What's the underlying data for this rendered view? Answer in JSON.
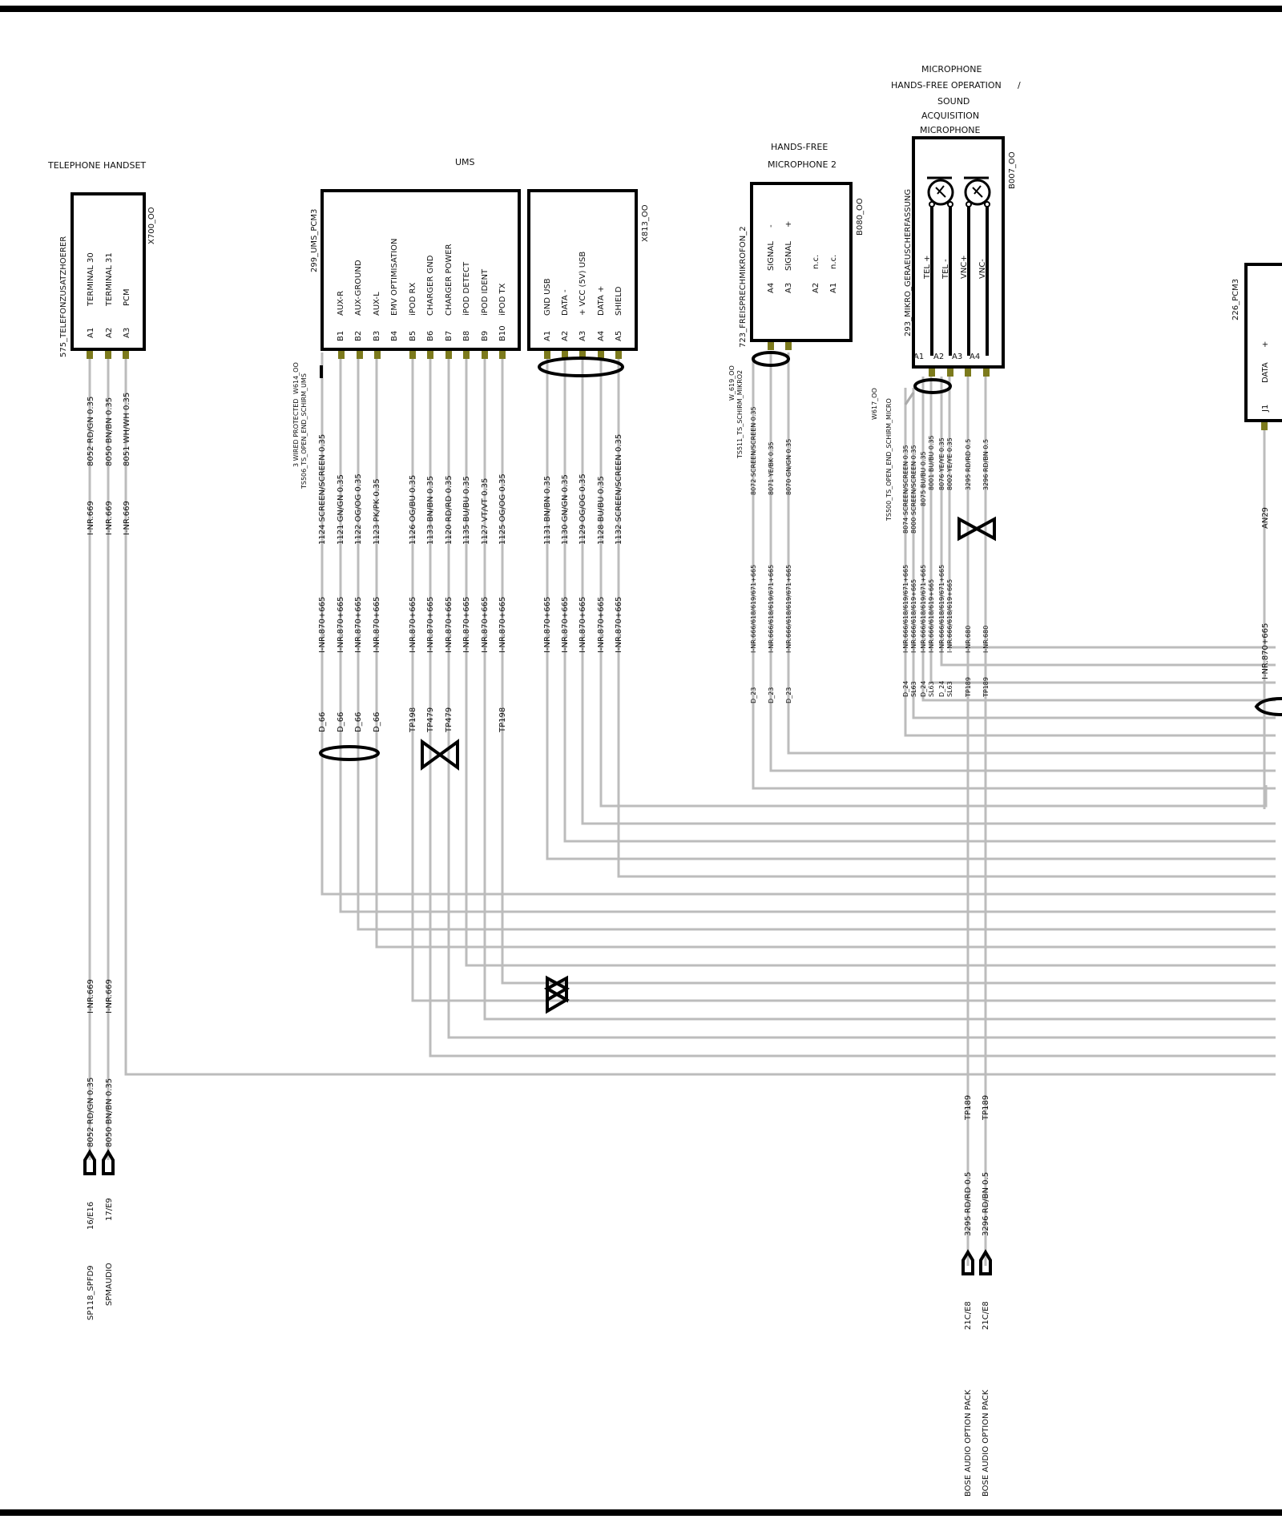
{
  "components": {
    "handset": {
      "title": "TELEPHONE HANDSET",
      "id": "X700_OO",
      "name": "575_TELEFONZUSATZHOERER",
      "pins": [
        {
          "pin": "A1",
          "signal": "TERMINAL 30"
        },
        {
          "pin": "A2",
          "signal": "TERMINAL 31"
        },
        {
          "pin": "A3",
          "signal": "PCM"
        }
      ]
    },
    "ums": {
      "title": "UMS",
      "name": "299_UMS_PCM3",
      "pins": [
        {
          "pin": "B1",
          "signal": "AUX-R"
        },
        {
          "pin": "B2",
          "signal": "AUX-GROUND"
        },
        {
          "pin": "B3",
          "signal": "AUX-L"
        },
        {
          "pin": "B4",
          "signal": "EMV OPTIMISATION"
        },
        {
          "pin": "B5",
          "signal": "iPOD RX"
        },
        {
          "pin": "B6",
          "signal": "CHARGER GND"
        },
        {
          "pin": "B7",
          "signal": "CHARGER POWER"
        },
        {
          "pin": "B8",
          "signal": "iPOD DETECT"
        },
        {
          "pin": "B9",
          "signal": "iPOD IDENT"
        },
        {
          "pin": "B10",
          "signal": "iPOD TX"
        }
      ]
    },
    "usb": {
      "id": "X813_OO",
      "pins": [
        {
          "pin": "A1",
          "signal": "GND USB"
        },
        {
          "pin": "A2",
          "signal": "DATA -"
        },
        {
          "pin": "A3",
          "signal": "+ VCC (5V) USB"
        },
        {
          "pin": "A4",
          "signal": "DATA +"
        },
        {
          "pin": "A5",
          "signal": "SHIELD"
        }
      ]
    },
    "mic2": {
      "title_line1": "HANDS-FREE",
      "title_line2": "MICROPHONE 2",
      "id": "B080_OO",
      "name": "723_FREISPRECHMIKROFON_2",
      "pins": [
        {
          "pin": "A4",
          "signal": "SIGNAL",
          "pol": "-"
        },
        {
          "pin": "A3",
          "signal": "SIGNAL",
          "pol": "+"
        },
        {
          "pin": "A2",
          "signal": "n.c.",
          "pol": "n.c."
        },
        {
          "pin": "A1",
          "signal": "",
          "pol": ""
        }
      ]
    },
    "micro": {
      "title_line1": "MICROPHONE",
      "title_line2": "HANDS-FREE OPERATION",
      "title_sep": "/",
      "title_line3": "SOUND",
      "title_line4": "ACQUISITION",
      "title_line5": "MICROPHONE",
      "id": "B007_OO",
      "name": "293_MIKRO_GERAEUSCHERFASSUNG",
      "pins": [
        {
          "pin": "A1",
          "signal": "TEL +"
        },
        {
          "pin": "A2",
          "signal": "TEL -"
        },
        {
          "pin": "A3",
          "signal": "VNC+"
        },
        {
          "pin": "A4",
          "signal": "VNC-"
        }
      ]
    },
    "pcm3": {
      "name": "226_PCM3",
      "pin": "J1",
      "signal": "DATA",
      "pol": "+"
    }
  },
  "wires": {
    "handset": [
      {
        "label": "8052 RD/GN 0.35",
        "route": "I-NR.669"
      },
      {
        "label": "8050 BN/BN 0.35",
        "route": "I-NR.669"
      },
      {
        "label": "8051 WH/WH 0.35",
        "route": "I-NR.669"
      }
    ],
    "handset_lower": [
      {
        "route": "I-NR.669",
        "label": "8052 RD/GN 0.35",
        "conn": "16/E16",
        "dest": "SP118_SPFD9"
      },
      {
        "route": "I-NR.669",
        "label": "8050 BN/BN 0.35",
        "conn": "17/E9",
        "dest": "SPMAUDIO"
      }
    ],
    "ums_shield": {
      "line1": "3 WIRED PROTECTED",
      "id": "W614_OO",
      "name": "TS506_TS_OPEN_END_SCHIRM_UMS"
    },
    "ums": [
      {
        "label": "1124 SCREEN/SCREEN 0.35",
        "route": "I-NR.870+665",
        "conn": "D_66"
      },
      {
        "label": "1121 GN/GN 0.35",
        "route": "I-NR.870+665",
        "conn": "D_66"
      },
      {
        "label": "1122 OG/OG 0.35",
        "route": "I-NR.870+665",
        "conn": "D_66"
      },
      {
        "label": "1123 PK/PK 0.35",
        "route": "I-NR.870+665",
        "conn": "D_66"
      },
      {
        "label": "1126 OG/BU 0.35",
        "route": "I-NR.870+665",
        "conn": "TP198"
      },
      {
        "label": "1133 BN/BN 0.35",
        "route": "I-NR.870+665",
        "conn": "TP479"
      },
      {
        "label": "1120 RD/RD 0.35",
        "route": "I-NR.870+665",
        "conn": "TP479"
      },
      {
        "label": "1135 BU/BU 0.35",
        "route": "I-NR.870+665",
        "conn": ""
      },
      {
        "label": "1127 VT/VT 0.35",
        "route": "I-NR.870+665",
        "conn": ""
      },
      {
        "label": "1125 OG/OG 0.35",
        "route": "I-NR.870+665",
        "conn": "TP198"
      }
    ],
    "usb": [
      {
        "label": "1131 BN/BN 0.35",
        "route": "I-NR.870+665"
      },
      {
        "label": "1130 GN/GN 0.35",
        "route": "I-NR.870+665"
      },
      {
        "label": "1129 OG/OG 0.35",
        "route": "I-NR.870+665"
      },
      {
        "label": "1128 BU/BU 0.35",
        "route": "I-NR.870+665"
      },
      {
        "label": "1132 SCREEN/SCREEN 0.35",
        "route": "I-NR.870+665"
      }
    ],
    "mic2_shield": {
      "id": "W_619_OO",
      "name": "TS511_TS_SCHIRM_MIKRO2"
    },
    "mic2": [
      {
        "label": "8072 SCREEN/SCREEN 0.35",
        "route": "I-NR.666/618/619/671+665",
        "conn": "D_23"
      },
      {
        "label": "8071 YE/BK 0.35",
        "route": "I-NR.666/618/619/671+665",
        "conn": "D_23"
      },
      {
        "label": "8070 GN/GN 0.35",
        "route": "I-NR.666/618/619/671+665",
        "conn": "D_23"
      }
    ],
    "micro_shield": {
      "id": "W617_OO",
      "name": "TS500_TS_OPEN_END_SCHIRM_MICRO"
    },
    "micro": [
      {
        "label": "8074 SCREEN/SCREEN 0.35",
        "route": "I-NR.666/618/619/671+665",
        "conn": "D_24"
      },
      {
        "label": "8000 SCREEN/SCREEN 0.35",
        "route": "I-NR.666/618/619+665",
        "conn": "SL63"
      },
      {
        "label": "8075 BU/BU 0.35",
        "route": "I-NR.666/618/619/671+665",
        "conn": "D_24"
      },
      {
        "label": "8001 BU/BU 0.35",
        "route": "I-NR.666/618/619+665",
        "conn": "SL63"
      },
      {
        "label": "8076 YE/YE 0.35",
        "route": "I-NR.666/618/619/671+665",
        "conn": "D_24"
      },
      {
        "label": "8002 YE/YE 0.35",
        "route": "I-NR.666/618/619+665",
        "conn": "SL63"
      }
    ],
    "micro_vnc": [
      {
        "label": "3295 RD/RD 0.5",
        "route": "I-NR.680",
        "conn": "TP189",
        "label2": "3295 RD/RD 0.5",
        "conn2": "21C/E8",
        "dest": "BOSE AUDIO OPTION PACK"
      },
      {
        "label": "3296 RD/BN 0.5",
        "route": "I-NR.680",
        "conn": "TP189",
        "label2": "3296 RD/BN 0.5",
        "conn2": "21C/E8",
        "dest": "BOSE AUDIO OPTION PACK"
      }
    ],
    "pcm3": {
      "label": "AN29",
      "route": "I-NR.870+665"
    }
  }
}
